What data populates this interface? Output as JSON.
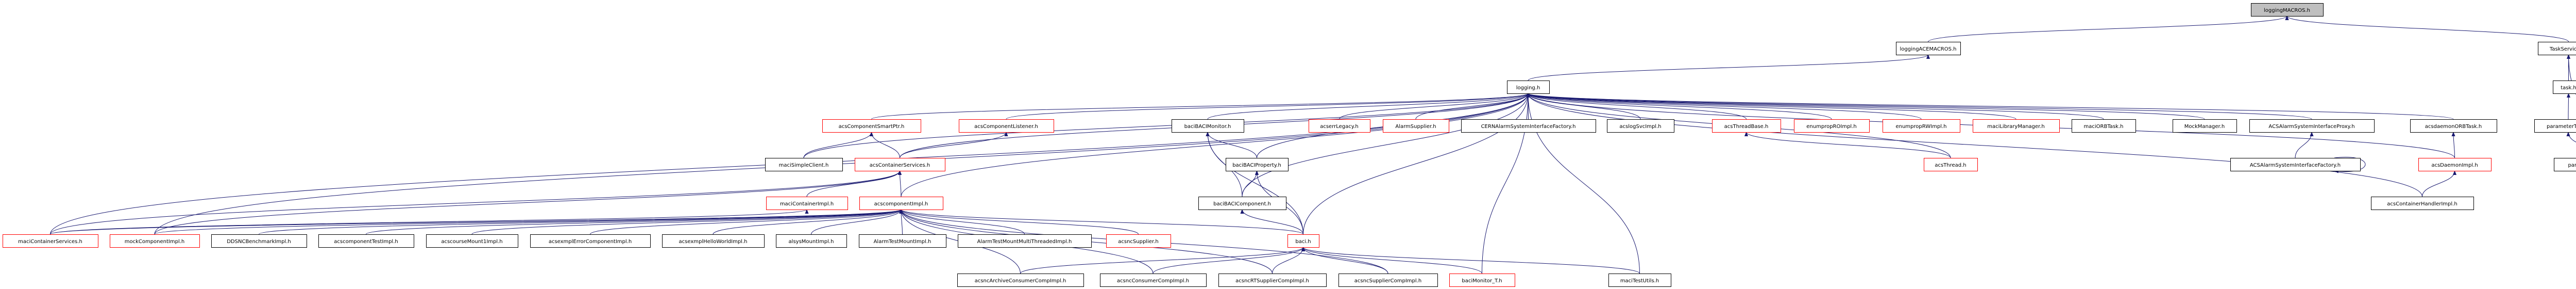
{
  "diagram": {
    "type": "include-dependency-graph",
    "edge_color": "#191970",
    "root_fill": "#bfbfbf",
    "incomplete_border": "#ff0000",
    "normal_border": "#000000",
    "nodes": [
      {
        "id": "loggingMACROS",
        "label": "loggingMACROS.h",
        "style": "root"
      },
      {
        "id": "loggingACEMACROS",
        "label": "loggingACEMACROS.h",
        "style": "normal"
      },
      {
        "id": "TaskServices",
        "label": "TaskServices.h",
        "style": "normal"
      },
      {
        "id": "logging",
        "label": "logging.h",
        "style": "normal"
      },
      {
        "id": "task",
        "label": "task.h",
        "style": "normal"
      },
      {
        "id": "acsComponentSmartPtr",
        "label": "acsComponentSmartPtr.h",
        "style": "incomplete"
      },
      {
        "id": "acsComponentListener",
        "label": "acsComponentListener.h",
        "style": "incomplete"
      },
      {
        "id": "baciBACIMonitor",
        "label": "baciBACIMonitor.h",
        "style": "normal"
      },
      {
        "id": "acserrLegacy",
        "label": "acserrLegacy.h",
        "style": "incomplete"
      },
      {
        "id": "AlarmSupplier",
        "label": "AlarmSupplier.h",
        "style": "incomplete"
      },
      {
        "id": "CERNAlarmSystemInterfaceFactory",
        "label": "CERNAlarmSystemInterfaceFactory.h",
        "style": "normal"
      },
      {
        "id": "acslogSvcImpl",
        "label": "acslogSvcImpl.h",
        "style": "normal"
      },
      {
        "id": "acsThreadBase",
        "label": "acsThreadBase.h",
        "style": "incomplete"
      },
      {
        "id": "enumpropROImpl",
        "label": "enumpropROImpl.h",
        "style": "incomplete"
      },
      {
        "id": "enumpropRWImpl",
        "label": "enumpropRWImpl.h",
        "style": "incomplete"
      },
      {
        "id": "maciLibraryManager",
        "label": "maciLibraryManager.h",
        "style": "incomplete"
      },
      {
        "id": "maciORBTask",
        "label": "maciORBTask.h",
        "style": "normal"
      },
      {
        "id": "MockManager",
        "label": "MockManager.h",
        "style": "normal"
      },
      {
        "id": "ACSAlarmSystemInterfaceProxy",
        "label": "ACSAlarmSystemInterfaceProxy.h",
        "style": "normal"
      },
      {
        "id": "acsdaemonORBTask",
        "label": "acsdaemonORBTask.h",
        "style": "normal"
      },
      {
        "id": "parameterTask",
        "label": "parameterTask.h",
        "style": "normal"
      },
      {
        "id": "maciSimpleClient",
        "label": "maciSimpleClient.h",
        "style": "normal"
      },
      {
        "id": "acsContainerServices",
        "label": "acsContainerServices.h",
        "style": "incomplete"
      },
      {
        "id": "baciBACIProperty",
        "label": "baciBACIProperty.h",
        "style": "normal"
      },
      {
        "id": "acsThread",
        "label": "acsThread.h",
        "style": "incomplete"
      },
      {
        "id": "ACSAlarmSystemInterfaceFactory",
        "label": "ACSAlarmSystemInterfaceFactory.h",
        "style": "normal"
      },
      {
        "id": "acsDaemonImpl",
        "label": "acsDaemonImpl.h",
        "style": "incomplete"
      },
      {
        "id": "paramTaskTestImpl",
        "label": "paramTaskTestImpl.h",
        "style": "normal"
      },
      {
        "id": "maciContainerImpl",
        "label": "maciContainerImpl.h",
        "style": "incomplete"
      },
      {
        "id": "acscomponentImpl",
        "label": "acscomponentImpl.h",
        "style": "incomplete"
      },
      {
        "id": "baciBACIComponent",
        "label": "baciBACIComponent.h",
        "style": "normal"
      },
      {
        "id": "acsContainerHandlerImpl",
        "label": "acsContainerHandlerImpl.h",
        "style": "normal"
      },
      {
        "id": "maciContainerServices",
        "label": "maciContainerServices.h",
        "style": "incomplete"
      },
      {
        "id": "mockComponentImpl",
        "label": "mockComponentImpl.h",
        "style": "incomplete"
      },
      {
        "id": "DDSNCBenchmarkImpl",
        "label": "DDSNCBenchmarkImpl.h",
        "style": "normal"
      },
      {
        "id": "acscomponentTestImpl",
        "label": "acscomponentTestImpl.h",
        "style": "normal"
      },
      {
        "id": "acscourseMount1Impl",
        "label": "acscourseMount1Impl.h",
        "style": "normal"
      },
      {
        "id": "acsexmplErrorComponentImpl",
        "label": "acsexmplErrorComponentImpl.h",
        "style": "normal"
      },
      {
        "id": "acsexmplHelloWorldImpl",
        "label": "acsexmplHelloWorldImpl.h",
        "style": "normal"
      },
      {
        "id": "alsysMountImpl",
        "label": "alsysMountImpl.h",
        "style": "normal"
      },
      {
        "id": "AlarmTestMountImpl",
        "label": "AlarmTestMountImpl.h",
        "style": "normal"
      },
      {
        "id": "AlarmTestMountMultiThreadedImpl",
        "label": "AlarmTestMountMultiThreadedImpl.h",
        "style": "normal"
      },
      {
        "id": "acsncSupplier",
        "label": "acsncSupplier.h",
        "style": "incomplete"
      },
      {
        "id": "baci",
        "label": "baci.h",
        "style": "incomplete"
      },
      {
        "id": "acsncArchiveConsumerCompImpl",
        "label": "acsncArchiveConsumerCompImpl.h",
        "style": "normal"
      },
      {
        "id": "acsncConsumerCompImpl",
        "label": "acsncConsumerCompImpl.h",
        "style": "normal"
      },
      {
        "id": "acsncRTSupplierCompImpl",
        "label": "acsncRTSupplierCompImpl.h",
        "style": "normal"
      },
      {
        "id": "acsncSupplierCompImpl",
        "label": "acsncSupplierCompImpl.h",
        "style": "normal"
      },
      {
        "id": "baciMonitor_T",
        "label": "baciMonitor_T.h",
        "style": "incomplete"
      },
      {
        "id": "maciTestUtils",
        "label": "maciTestUtils.h",
        "style": "normal"
      }
    ],
    "edges": [
      [
        "loggingACEMACROS",
        "loggingMACROS"
      ],
      [
        "TaskServices",
        "loggingMACROS"
      ],
      [
        "logging",
        "loggingACEMACROS"
      ],
      [
        "task",
        "TaskServices"
      ],
      [
        "parameterTask",
        "task"
      ],
      [
        "paramTaskTestImpl",
        "TaskServices"
      ],
      [
        "paramTaskTestImpl",
        "parameterTask"
      ],
      [
        "acsComponentSmartPtr",
        "logging"
      ],
      [
        "acsComponentListener",
        "logging"
      ],
      [
        "baciBACIMonitor",
        "logging"
      ],
      [
        "acserrLegacy",
        "logging"
      ],
      [
        "AlarmSupplier",
        "logging"
      ],
      [
        "CERNAlarmSystemInterfaceFactory",
        "logging"
      ],
      [
        "acslogSvcImpl",
        "logging"
      ],
      [
        "acsThreadBase",
        "logging"
      ],
      [
        "enumpropROImpl",
        "logging"
      ],
      [
        "enumpropRWImpl",
        "logging"
      ],
      [
        "maciLibraryManager",
        "logging"
      ],
      [
        "maciORBTask",
        "logging"
      ],
      [
        "MockManager",
        "logging"
      ],
      [
        "ACSAlarmSystemInterfaceProxy",
        "logging"
      ],
      [
        "acsdaemonORBTask",
        "logging"
      ],
      [
        "acsDaemonImpl",
        "logging"
      ],
      [
        "acsContainerHandlerImpl",
        "logging"
      ],
      [
        "maciSimpleClient",
        "logging"
      ],
      [
        "acsContainerServices",
        "logging"
      ],
      [
        "acscomponentImpl",
        "logging"
      ],
      [
        "maciContainerServices",
        "logging"
      ],
      [
        "mockComponentImpl",
        "logging"
      ],
      [
        "baciBACIProperty",
        "logging"
      ],
      [
        "baciBACIComponent",
        "logging"
      ],
      [
        "baci",
        "logging"
      ],
      [
        "baciMonitor_T",
        "logging"
      ],
      [
        "maciTestUtils",
        "logging"
      ],
      [
        "acsThread",
        "logging"
      ],
      [
        "maciSimpleClient",
        "acsComponentSmartPtr"
      ],
      [
        "acsContainerServices",
        "acsComponentSmartPtr"
      ],
      [
        "acsContainerServices",
        "acsComponentListener"
      ],
      [
        "maciContainerServices",
        "acsContainerServices"
      ],
      [
        "mockComponentImpl",
        "acsContainerServices"
      ],
      [
        "maciContainerImpl",
        "acsContainerServices"
      ],
      [
        "acscomponentImpl",
        "acsContainerServices"
      ],
      [
        "maciContainerServices",
        "maciContainerImpl"
      ],
      [
        "baciBACIProperty",
        "baciBACIMonitor"
      ],
      [
        "baciBACIComponent",
        "baciBACIMonitor"
      ],
      [
        "baci",
        "baciBACIMonitor"
      ],
      [
        "baciBACIComponent",
        "baciBACIProperty"
      ],
      [
        "baci",
        "baciBACIProperty"
      ],
      [
        "baci",
        "baciBACIComponent"
      ],
      [
        "acsThread",
        "acsThreadBase"
      ],
      [
        "ACSAlarmSystemInterfaceFactory",
        "ACSAlarmSystemInterfaceProxy"
      ],
      [
        "ACSAlarmSystemInterfaceFactory",
        "ACSAlarmSystemInterfaceFactory"
      ],
      [
        "acsDaemonImpl",
        "acsdaemonORBTask"
      ],
      [
        "acsContainerHandlerImpl",
        "acsDaemonImpl"
      ],
      [
        "maciContainerServices",
        "acscomponentImpl"
      ],
      [
        "mockComponentImpl",
        "acscomponentImpl"
      ],
      [
        "DDSNCBenchmarkImpl",
        "acscomponentImpl"
      ],
      [
        "acscomponentTestImpl",
        "acscomponentImpl"
      ],
      [
        "acscourseMount1Impl",
        "acscomponentImpl"
      ],
      [
        "acsexmplErrorComponentImpl",
        "acscomponentImpl"
      ],
      [
        "acsexmplHelloWorldImpl",
        "acscomponentImpl"
      ],
      [
        "alsysMountImpl",
        "acscomponentImpl"
      ],
      [
        "AlarmTestMountImpl",
        "acscomponentImpl"
      ],
      [
        "AlarmTestMountMultiThreadedImpl",
        "acscomponentImpl"
      ],
      [
        "acsncSupplier",
        "acscomponentImpl"
      ],
      [
        "baci",
        "acscomponentImpl"
      ],
      [
        "acsncArchiveConsumerCompImpl",
        "acscomponentImpl"
      ],
      [
        "acsncConsumerCompImpl",
        "acscomponentImpl"
      ],
      [
        "acsncRTSupplierCompImpl",
        "acscomponentImpl"
      ],
      [
        "acsncSupplierCompImpl",
        "acscomponentImpl"
      ],
      [
        "acsncArchiveConsumerCompImpl",
        "baci"
      ],
      [
        "acsncConsumerCompImpl",
        "baci"
      ],
      [
        "acsncRTSupplierCompImpl",
        "baci"
      ],
      [
        "acsncSupplierCompImpl",
        "baci"
      ],
      [
        "baciMonitor_T",
        "baci"
      ],
      [
        "maciTestUtils",
        "baci"
      ]
    ]
  }
}
